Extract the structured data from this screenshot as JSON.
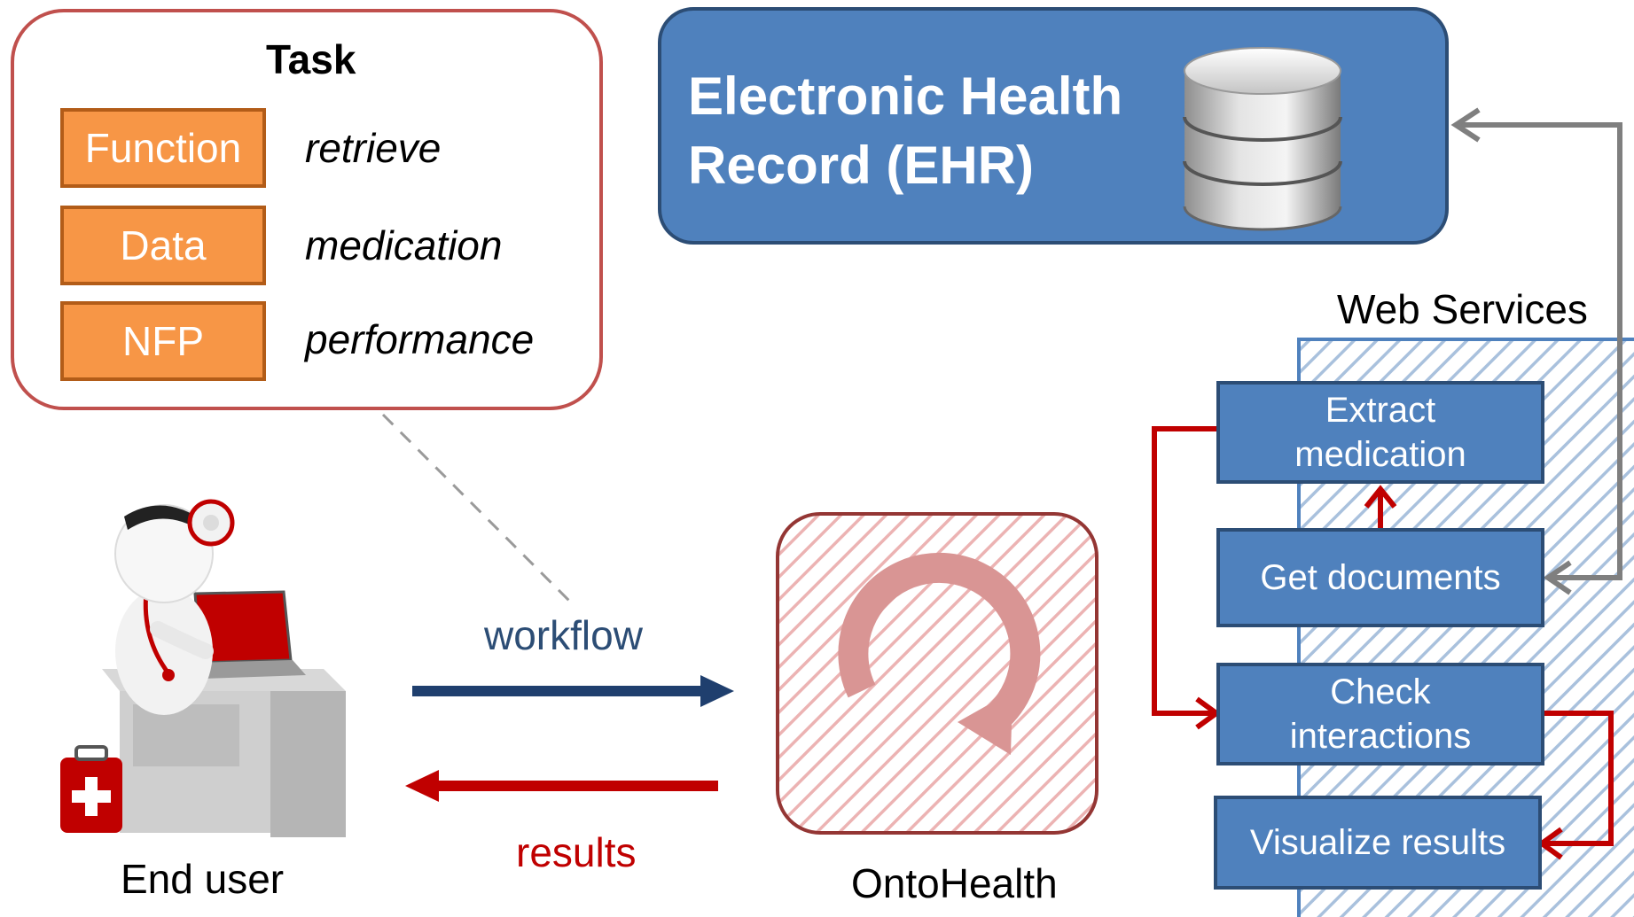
{
  "task": {
    "title": "Task",
    "rows": [
      {
        "key": "Function",
        "value": "retrieve"
      },
      {
        "key": "Data",
        "value": "medication"
      },
      {
        "key": "NFP",
        "value": "performance"
      }
    ]
  },
  "ehr": {
    "title_line1": "Electronic Health",
    "title_line2": "Record (EHR)",
    "icon": "database-icon"
  },
  "web_services": {
    "label": "Web Services",
    "steps": [
      "Extract medication",
      "Get documents",
      "Check interactions",
      "Visualize results"
    ]
  },
  "flow": {
    "workflow_label": "workflow",
    "results_label": "results"
  },
  "actors": {
    "end_user": "End user",
    "ontohealth": "OntoHealth"
  },
  "colors": {
    "task_border": "#c0504d",
    "task_key_fill": "#f79646",
    "blue": "#4f81bd",
    "dark_blue": "#1f3f6e",
    "red": "#c00000",
    "gray_arrow": "#7f7f7f"
  }
}
